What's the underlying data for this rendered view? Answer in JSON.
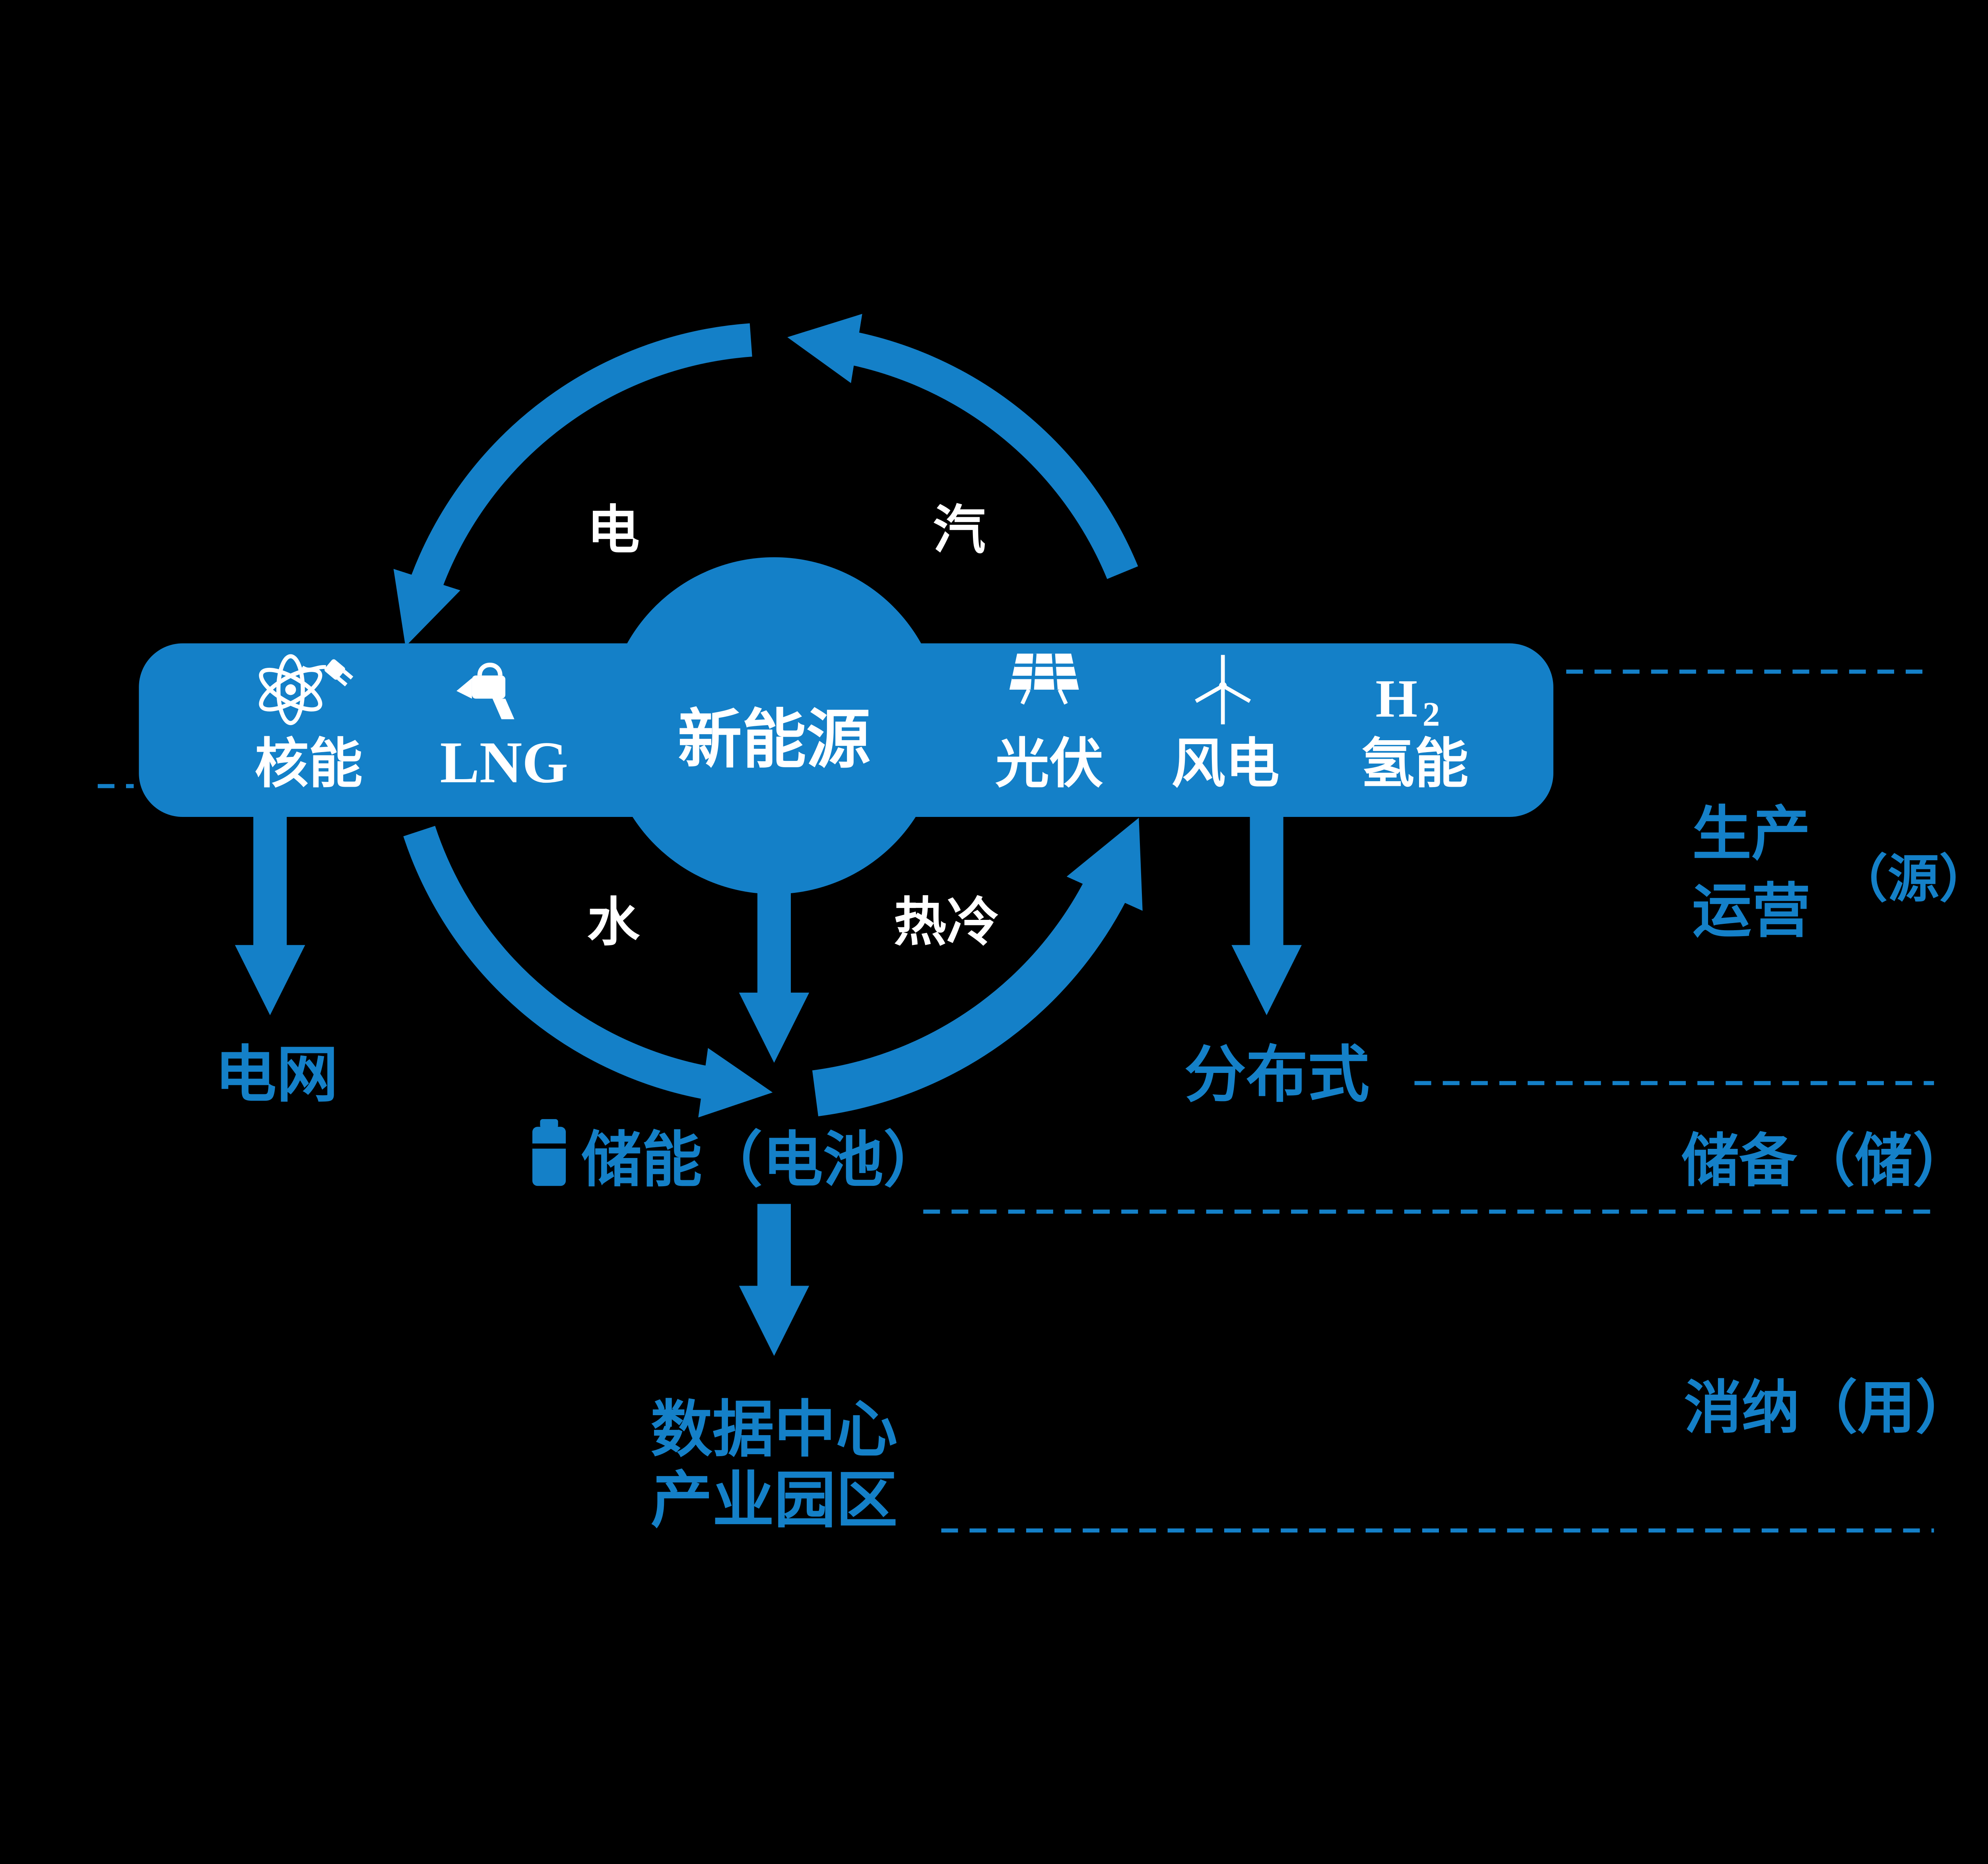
{
  "colors": {
    "primary_blue": "#1480c8",
    "text_on_blue": "#ffffff",
    "background": "#000000"
  },
  "hub": {
    "label": "新能源"
  },
  "energy_bar": {
    "nuclear": {
      "label": "核能",
      "icon": "atom-plug-icon"
    },
    "lng": {
      "label": "LNG",
      "icon": "fuel-nozzle-icon"
    },
    "solar": {
      "label": "光伏",
      "icon": "solar-panel-icon"
    },
    "wind": {
      "label": "风电",
      "icon": "wind-turbine-icon"
    },
    "hydrogen": {
      "label": "氢能",
      "symbol": "H",
      "symbol_subscript": "2"
    }
  },
  "flow_labels": {
    "electricity": "电",
    "steam": "汽",
    "water": "水",
    "heat_cool": "热冷"
  },
  "outputs": {
    "grid": "电网",
    "distributed": "分布式",
    "storage": "储能（电池）",
    "datacenter_line1": "数据中心",
    "datacenter_line2": "产业园区"
  },
  "stages": {
    "production_line1": "生产",
    "production_line2": "运营",
    "production_tag": "（源）",
    "storage": "储备（储）",
    "consumption": "消纳（用）"
  }
}
